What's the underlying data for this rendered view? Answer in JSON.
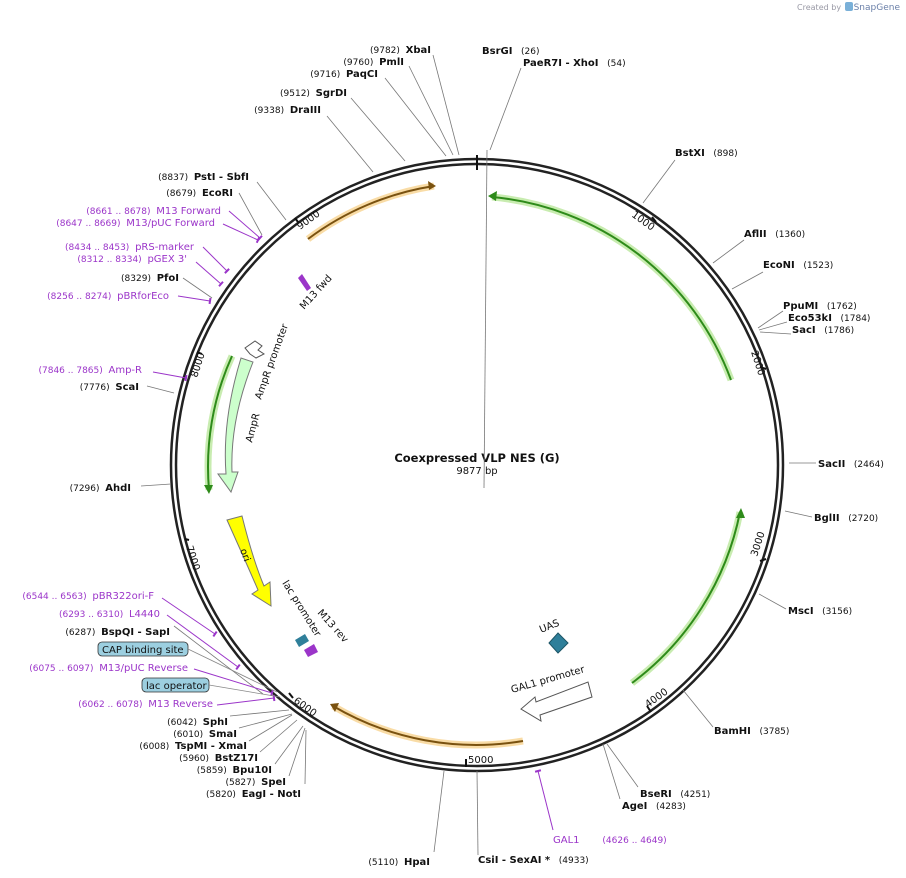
{
  "credit": {
    "prefix": "Created by",
    "brand": "SnapGene"
  },
  "title": "Coexpressed VLP NES (G)",
  "length_label": "9877 bp",
  "total_bp": 9877,
  "ticks": [
    "1000",
    "2000",
    "3000",
    "4000",
    "5000",
    "6000",
    "7000",
    "8000",
    "9000"
  ],
  "enzymes": [
    {
      "pos": "(26)",
      "name": "BsrGI",
      "bp": 26
    },
    {
      "pos": "(54)",
      "name": "PaeR7I  - XhoI",
      "bp": 54
    },
    {
      "pos": "(898)",
      "name": "BstXI",
      "bp": 898
    },
    {
      "pos": "(1360)",
      "name": "AflII",
      "bp": 1360
    },
    {
      "pos": "(1523)",
      "name": "EcoNI",
      "bp": 1523
    },
    {
      "pos": "(1762)",
      "name": "PpuMI",
      "bp": 1762
    },
    {
      "pos": "(1784)",
      "name": "Eco53kI",
      "bp": 1784
    },
    {
      "pos": "(1786)",
      "name": "SacI",
      "bp": 1786
    },
    {
      "pos": "(2464)",
      "name": "SacII",
      "bp": 2464
    },
    {
      "pos": "(2720)",
      "name": "BglII",
      "bp": 2720
    },
    {
      "pos": "(3156)",
      "name": "MscI",
      "bp": 3156
    },
    {
      "pos": "(3785)",
      "name": "BamHI",
      "bp": 3785
    },
    {
      "pos": "(4251)",
      "name": "BseRI",
      "bp": 4251
    },
    {
      "pos": "(4283)",
      "name": "AgeI",
      "bp": 4283
    },
    {
      "pos": "(4933)",
      "name": "CsiI  - SexAI *",
      "bp": 4933
    },
    {
      "pos": "(5110)",
      "name": "HpaI",
      "bp": 5110
    },
    {
      "pos": "(5820)",
      "name": "EagI  - NotI",
      "bp": 5820
    },
    {
      "pos": "(5827)",
      "name": "SpeI",
      "bp": 5827
    },
    {
      "pos": "(5859)",
      "name": "Bpu10I",
      "bp": 5859
    },
    {
      "pos": "(5960)",
      "name": "BstZ17I",
      "bp": 5960
    },
    {
      "pos": "(6008)",
      "name": "TspMI  - XmaI",
      "bp": 6008
    },
    {
      "pos": "(6010)",
      "name": "SmaI",
      "bp": 6010
    },
    {
      "pos": "(6042)",
      "name": "SphI",
      "bp": 6042
    },
    {
      "pos": "(6287)",
      "name": "BspQI  - SapI",
      "bp": 6287
    },
    {
      "pos": "(7296)",
      "name": "AhdI",
      "bp": 7296
    },
    {
      "pos": "(7776)",
      "name": "ScaI",
      "bp": 7776
    },
    {
      "pos": "(8256 .. 8274)",
      "name": "pBRforEco",
      "bp": 8265,
      "primer": true
    },
    {
      "pos": "(8329)",
      "name": "PfoI",
      "bp": 8329
    },
    {
      "pos": "(8312 .. 8334)",
      "name": "pGEX 3'",
      "bp": 8323,
      "primer": true
    },
    {
      "pos": "(8434 .. 8453)",
      "name": "pRS-marker",
      "bp": 8443,
      "primer": true
    },
    {
      "pos": "(8647 .. 8669)",
      "name": "M13/pUC Forward",
      "bp": 8658,
      "primer": true
    },
    {
      "pos": "(8661 .. 8678)",
      "name": "M13 Forward",
      "bp": 8670,
      "primer": true
    },
    {
      "pos": "(8679)",
      "name": "EcoRI",
      "bp": 8679
    },
    {
      "pos": "(8837)",
      "name": "PstI  - SbfI",
      "bp": 8837
    },
    {
      "pos": "(9338)",
      "name": "DraIII",
      "bp": 9338
    },
    {
      "pos": "(9512)",
      "name": "SgrDI",
      "bp": 9512
    },
    {
      "pos": "(9716)",
      "name": "PaqCI",
      "bp": 9716
    },
    {
      "pos": "(9760)",
      "name": "PmlI",
      "bp": 9760
    },
    {
      "pos": "(9782)",
      "name": "XbaI",
      "bp": 9782
    },
    {
      "pos": "(7846 .. 7865)",
      "name": "Amp-R",
      "bp": 7855,
      "primer": true
    },
    {
      "pos": "(6544 .. 6563)",
      "name": "pBR322ori-F",
      "bp": 6553,
      "primer": true
    },
    {
      "pos": "(6293 .. 6310)",
      "name": "L4440",
      "bp": 6301,
      "primer": true
    },
    {
      "pos": "(6075 .. 6097)",
      "name": "M13/pUC Reverse",
      "bp": 6086,
      "primer": true
    },
    {
      "pos": "(6062 .. 6078)",
      "name": "M13 Reverse",
      "bp": 6070,
      "primer": true
    },
    {
      "pos": "(4626 .. 4649)",
      "name": "GAL1",
      "bp": 4637,
      "primer": true
    }
  ],
  "boxed": [
    {
      "name": "CAP binding site",
      "color": "#9ccfe0"
    },
    {
      "name": "lac operator",
      "color": "#9ccfe0"
    }
  ],
  "features": [
    {
      "name": "AmpR promoter",
      "color": "#ffffff"
    },
    {
      "name": "AmpR",
      "color": "#ccffcc"
    },
    {
      "name": "ori",
      "color": "#ffff00"
    },
    {
      "name": "lac promoter",
      "color": "#ffffff"
    },
    {
      "name": "M13 rev",
      "color": "#9b35c9"
    },
    {
      "name": "M13 fwd",
      "color": "#9b35c9"
    },
    {
      "name": "UAS",
      "color": "#2f7f9a"
    },
    {
      "name": "GAL1 promoter",
      "color": "#ffffff"
    }
  ],
  "colors": {
    "backbone": "#222222",
    "primer": "#9b35c9",
    "orf": "#2e8b1a",
    "orfHalo": "#c8ecb0",
    "orange": "#f4b860",
    "orangeCore": "#7a5210"
  }
}
